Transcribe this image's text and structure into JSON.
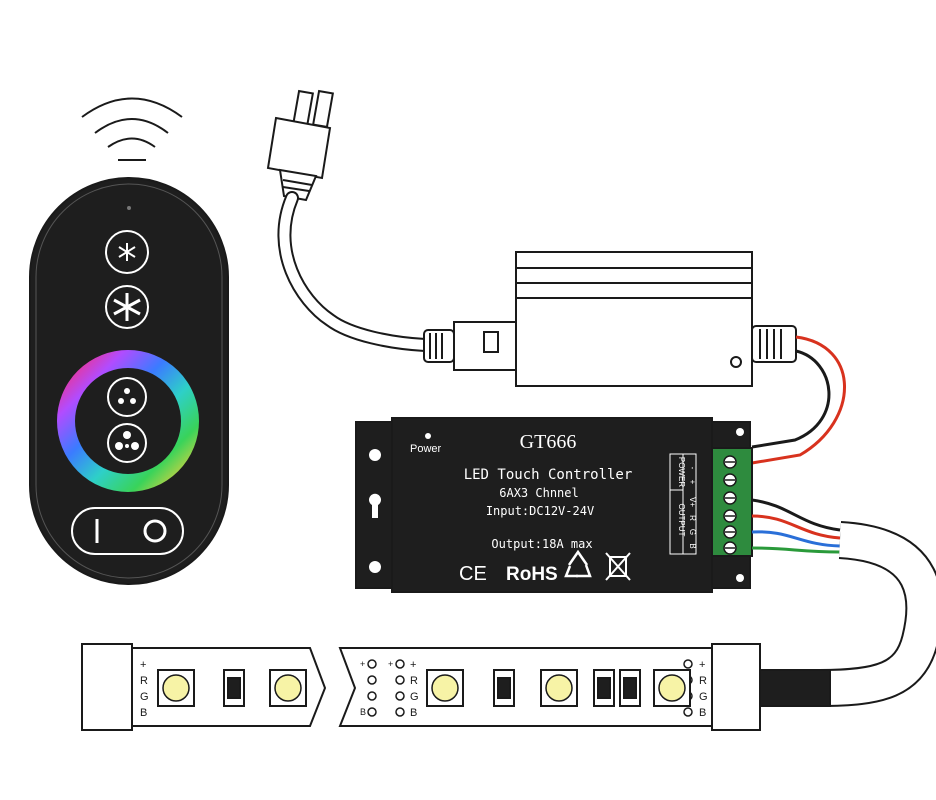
{
  "colors": {
    "outline": "#1a1a1a",
    "device_body": "#1e1e1e",
    "terminal_green": "#2e8b3e",
    "wire_red": "#d8321e",
    "wire_green": "#2a9a3a",
    "wire_blue": "#2a6fd8",
    "led_yellow": "#f7f3a6"
  },
  "controller": {
    "model": "GT666",
    "power_label": "Power",
    "line1": "LED Touch Controller",
    "line2": "6AX3 Chnnel",
    "line3": "Input:DC12V-24V",
    "line4": "Output:18A max",
    "cert_ce": "CE",
    "cert_rohs": "RoHS",
    "recycle_icon": "recycle-icon",
    "weee_icon": "crossed-bin-icon",
    "terminal_output_label": "OUTPUT",
    "terminal_power_label": "POWER",
    "terminal_pins": [
      "B",
      "G",
      "R",
      "V+",
      "+",
      "-"
    ]
  },
  "remote": {
    "icons": [
      "brightness-low-icon",
      "brightness-high-icon",
      "speed-slow-icon",
      "speed-fast-icon",
      "power-toggle-icon"
    ],
    "wheel": "rgb-color-wheel"
  },
  "strip": {
    "pin_labels": [
      "+",
      "R",
      "G",
      "B"
    ],
    "led_count": 5
  }
}
